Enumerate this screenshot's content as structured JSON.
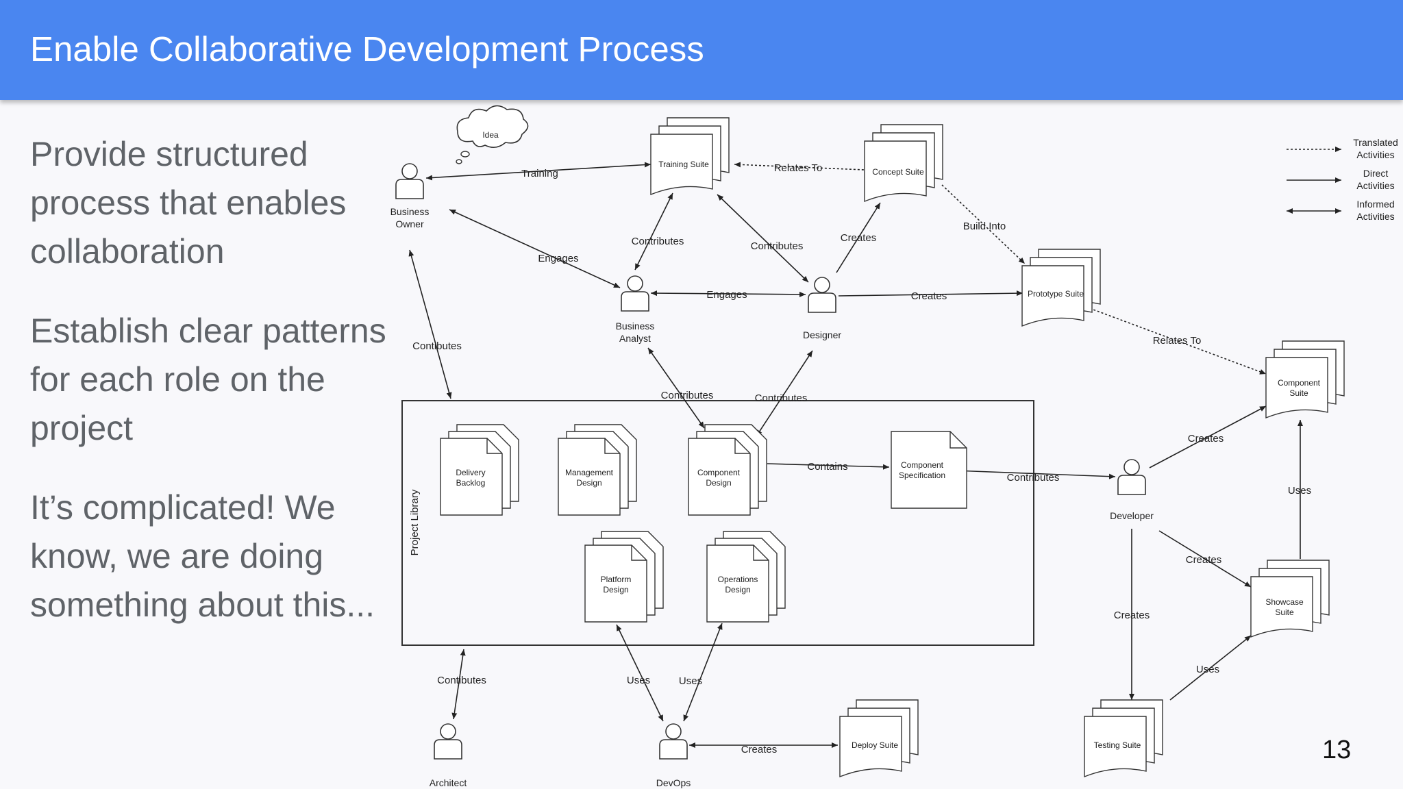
{
  "slide": {
    "title": "Enable Collaborative Development Process",
    "bullets": [
      "Provide structured process that enables collaboration",
      "Establish clear patterns for each role on the project",
      "It’s complicated! We know, we are doing something about this..."
    ],
    "page_number": "13"
  },
  "diagram": {
    "thought_bubble": "Idea",
    "container_label": "Project Library",
    "roles": {
      "business_owner": [
        "Business",
        "Owner"
      ],
      "business_analyst": [
        "Business",
        "Analyst"
      ],
      "designer": [
        "Designer"
      ],
      "developer": [
        "Developer"
      ],
      "architect": [
        "Architect"
      ],
      "devops": [
        "DevOps"
      ]
    },
    "artifacts": {
      "training_suite": [
        "Training Suite"
      ],
      "concept_suite": [
        "Concept Suite"
      ],
      "prototype_suite": [
        "Prototype Suite"
      ],
      "component_suite": [
        "Component",
        "Suite"
      ],
      "showcase_suite": [
        "Showcase",
        "Suite"
      ],
      "testing_suite": [
        "Testing Suite"
      ],
      "deploy_suite": [
        "Deploy Suite"
      ],
      "delivery_backlog": [
        "Delivery",
        "Backlog"
      ],
      "management_design": [
        "Management",
        "Design"
      ],
      "component_design": [
        "Component",
        "Design"
      ],
      "component_specification": [
        "Component",
        "Specification"
      ],
      "platform_design": [
        "Platform",
        "Design"
      ],
      "operations_design": [
        "Operations",
        "Design"
      ]
    },
    "edges": {
      "training": "Training",
      "relates_to_1": "Relates To",
      "engages_1": "Engages",
      "contributes_ba": "Contributes",
      "contributes_designer": "Contributes",
      "creates_concept": "Creates",
      "build_into": "Build Into",
      "engages_2": "Engages",
      "creates_prototype": "Creates",
      "contibutes_bo": "Contibutes",
      "relates_to_2": "Relates To",
      "contributes_lib_1": "Contributes",
      "contributes_lib_2": "Contributes",
      "contains": "Contains",
      "contributes_dev": "Contributes",
      "creates_component": "Creates",
      "uses_component": "Uses",
      "creates_showcase": "Creates",
      "creates_testing": "Creates",
      "uses_showcase": "Uses",
      "contibutes_arch": "Contibutes",
      "uses_1": "Uses",
      "uses_2": "Uses",
      "creates_deploy": "Creates"
    },
    "legend": [
      {
        "style": "dotted",
        "label": [
          "Translated",
          "Activities"
        ]
      },
      {
        "style": "solid",
        "label": [
          "Direct",
          "Activities"
        ]
      },
      {
        "style": "double",
        "label": [
          "Informed",
          "Activities"
        ]
      }
    ]
  }
}
